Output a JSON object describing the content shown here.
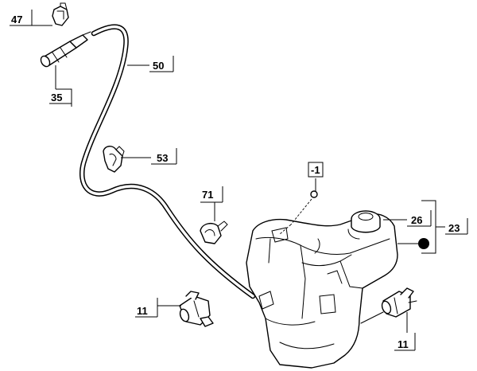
{
  "callouts": {
    "c47": "47",
    "c35": "35",
    "c50": "50",
    "c53": "53",
    "c1": "-1",
    "c71": "71",
    "c26": "26",
    "c23": "23",
    "c11_left": "11",
    "c11_right": "11"
  },
  "icons": {
    "marker": "filled-dot-icon"
  }
}
